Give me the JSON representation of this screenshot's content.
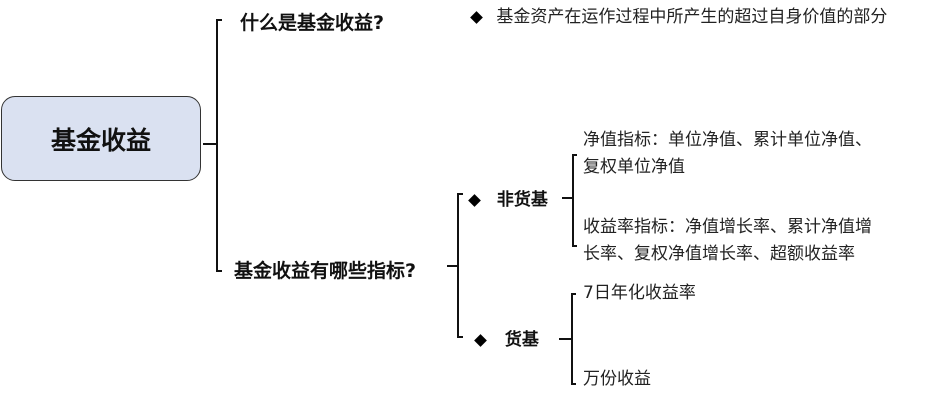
{
  "root": {
    "label": "基金收益"
  },
  "branches": [
    {
      "label": "什么是基金收益?",
      "bullet": "基金资产在运作过程中所产生的超过自身价值的部分"
    },
    {
      "label": "基金收益有哪些指标?",
      "children": [
        {
          "label": "非货基",
          "items": [
            {
              "lines": [
                "净值指标：单位净值、累计单位净值、",
                "复权单位净值"
              ]
            },
            {
              "lines": [
                "收益率指标：净值增长率、累计净值增",
                "长率、复权净值增长率、超额收益率"
              ]
            }
          ]
        },
        {
          "label": "货基",
          "items": [
            {
              "lines": [
                "7日年化收益率"
              ]
            },
            {
              "lines": [
                "万份收益"
              ]
            }
          ]
        }
      ]
    }
  ],
  "colors": {
    "root_fill": "#dae1f1",
    "line": "#111111"
  }
}
